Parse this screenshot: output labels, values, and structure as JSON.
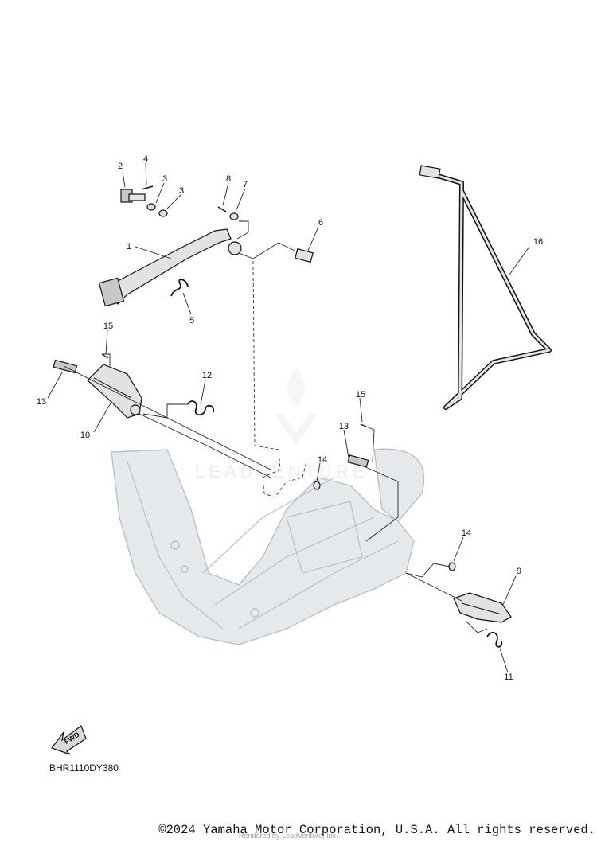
{
  "diagram": {
    "callouts": [
      "1",
      "2",
      "3",
      "3",
      "4",
      "5",
      "6",
      "7",
      "8",
      "9",
      "10",
      "11",
      "12",
      "13",
      "13",
      "14",
      "14",
      "15",
      "15",
      "16"
    ],
    "code": "BHR1110DY380",
    "fwd_label": "FWD"
  },
  "footer": {
    "copyright": "©2024 Yamaha Motor Corporation, U.S.A. All rights reserved.",
    "rendered_by": "Rendered by LeadVenture, Inc."
  },
  "watermark": {
    "text": "LEADVENTURE"
  }
}
